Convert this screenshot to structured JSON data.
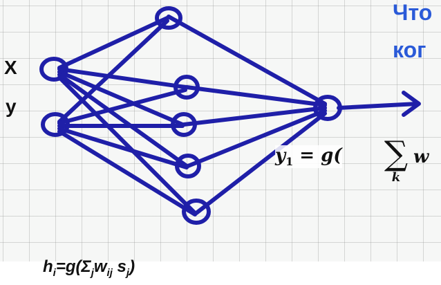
{
  "inputs": {
    "x_label": "X",
    "y_label": "y"
  },
  "title": {
    "line1": "Что",
    "line2": "ког"
  },
  "output_formula": {
    "lhs": "y",
    "lhs_sub": "1",
    "middle": " = g(",
    "sum_symbol": "∑",
    "sum_index": "k",
    "tail": "w"
  },
  "hidden_formula": {
    "h": "h",
    "i1": "i",
    "open": "=g(Σ",
    "j1": "j",
    "w": "w",
    "ij": "ij",
    "s": " s",
    "j2": "j",
    "close": ")"
  },
  "colors": {
    "ink": "#1f1fa8",
    "accent": "#2a5ad8"
  }
}
